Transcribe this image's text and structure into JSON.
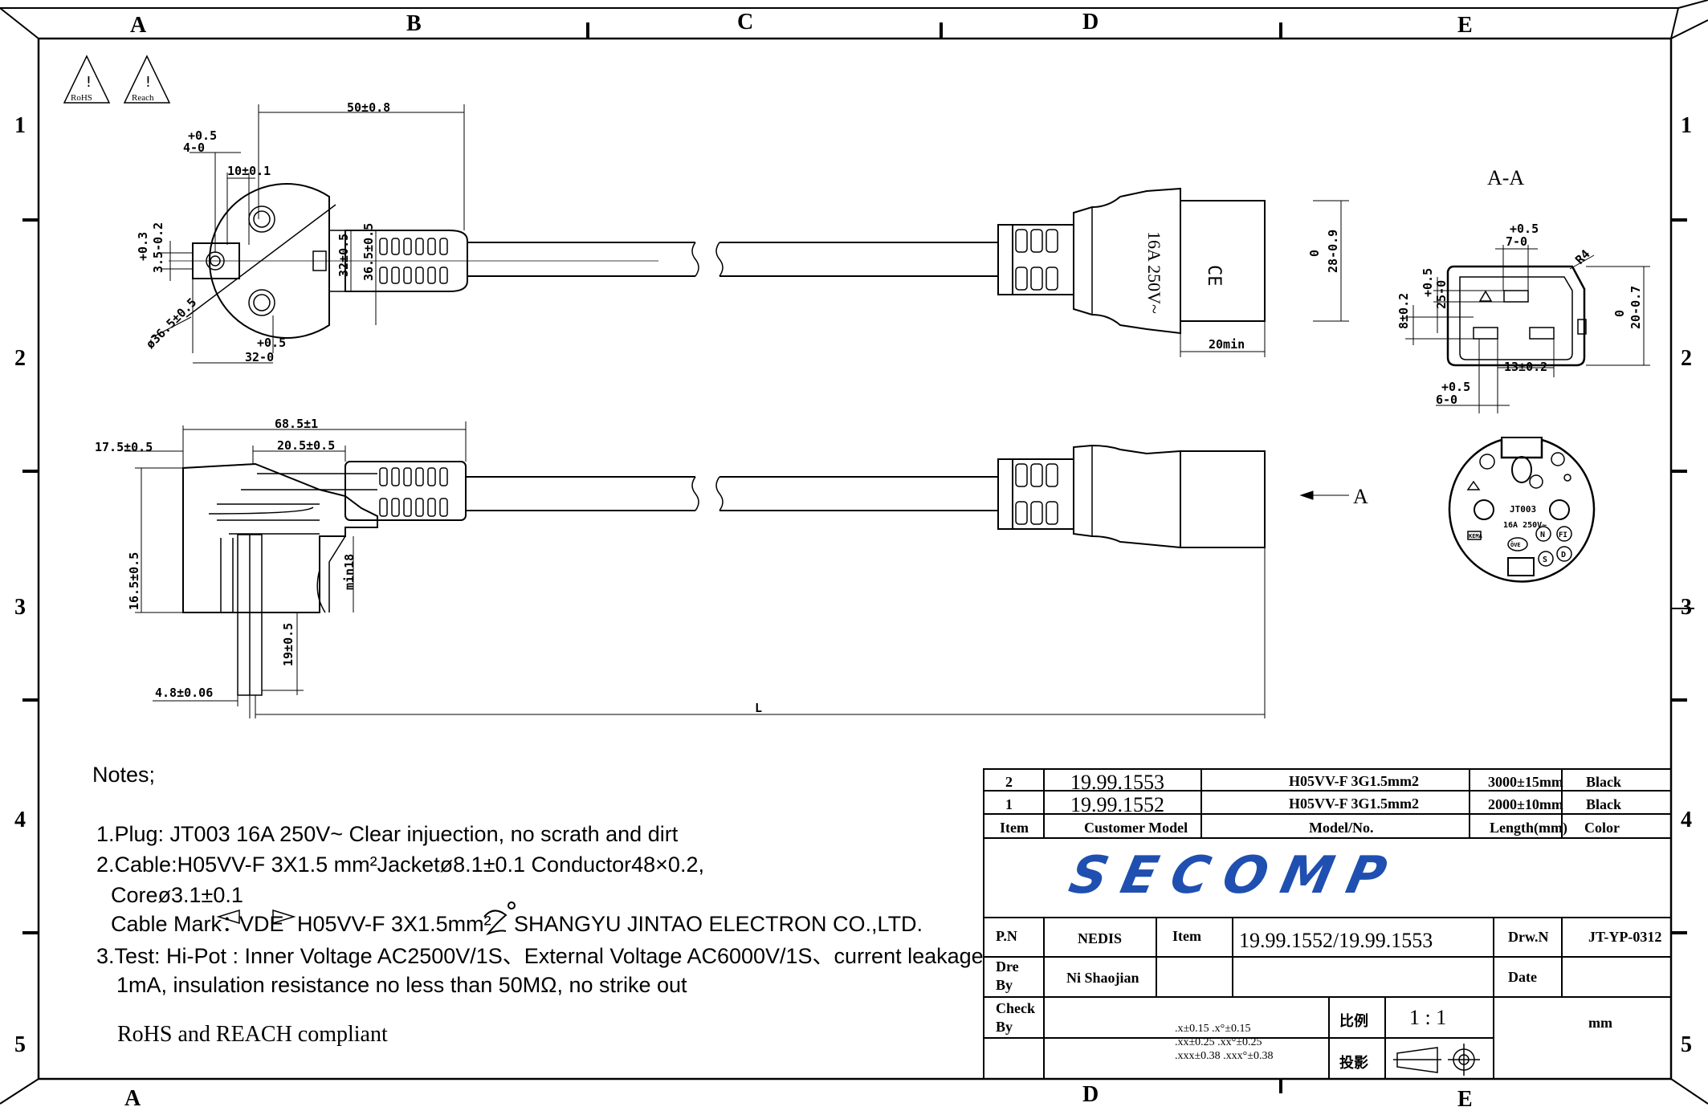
{
  "border": {
    "columns_top": [
      "A",
      "B",
      "C",
      "D",
      "E"
    ],
    "columns_bottom": [
      "A",
      "D",
      "E"
    ],
    "rows": [
      "1",
      "2",
      "3",
      "4",
      "5"
    ]
  },
  "compliance_icons": [
    "RoHS",
    "Reach"
  ],
  "plug_top": {
    "d_50": "50±0.8",
    "d_tol_a_top": "+0.5",
    "d_tol_a_bot": "4-0",
    "d_10": "10±0.1",
    "d_tol_b_top": "+0.3",
    "d_tol_b_bot": "3.5-0.2",
    "d_32": "32±0.5",
    "d_36": "36.5±0.5",
    "d_dia": "ø36.5±0.5",
    "d_tol_c_top": "+0.5",
    "d_tol_c_bot": "32-0"
  },
  "connector_top": {
    "rating": "16A 250V~",
    "ce_mark": "CE",
    "d_28_top": "0",
    "d_28_bot": "28-0.9",
    "d_20min": "20min"
  },
  "section_aa": {
    "title": "A-A",
    "d_tol_top": "+0.5",
    "d_tol_bot": "7-0",
    "d_r4": "R4",
    "d_8": "8±0.2",
    "d_25_top": "+0.5",
    "d_25_bot": "25-0",
    "d_20_top": "0",
    "d_20_bot": "20-0.7",
    "d_13": "13±0.2",
    "d_6_top": "+0.5",
    "d_6_bot": "6-0"
  },
  "plug_face": {
    "model": "JT003",
    "rating": "16A 250V~",
    "marks": [
      "N",
      "FI",
      "S",
      "D",
      "KEMA",
      "ÖVE"
    ]
  },
  "plug_side": {
    "d_17": "17.5±0.5",
    "d_68": "68.5±1",
    "d_20": "20.5±0.5",
    "d_16": "16.5±0.5",
    "d_min18": "min18",
    "d_19": "19±0.5",
    "d_48": "4.8±0.06",
    "d_L": "L",
    "section_label": "A"
  },
  "notes": {
    "title": "Notes;",
    "line1": "1.Plug: JT003 16A 250V~ Clear injuection, no scrath and dirt",
    "line2": "2.Cable:H05VV-F 3X1.5 mm²Jacketø8.1±0.1  Conductor48×0.2,",
    "line3": "Coreø3.1±0.1",
    "line4a": "Cable Mark：",
    "line4b": "VDE",
    "line4c": " H05VV-F  3X1.5mm²",
    "line4d": "SHANGYU JINTAO ELECTRON  CO.,LTD.",
    "line5": "3.Test: Hi-Pot : Inner Voltage AC2500V/1S、External Voltage AC6000V/1S、current leakage",
    "line6": "1mA, insulation resistance no less than 50MΩ, no strike out",
    "compliance": "RoHS and REACH compliant"
  },
  "bom": {
    "rows": [
      {
        "item": "2",
        "customer_model": "19.99.1553",
        "model": "H05VV-F 3G1.5mm2",
        "length": "3000±15mm",
        "color": "Black"
      },
      {
        "item": "1",
        "customer_model": "19.99.1552",
        "model": "H05VV-F 3G1.5mm2",
        "length": "2000±10mm",
        "color": "Black"
      }
    ],
    "headers": {
      "item": "Item",
      "customer_model": "Customer Model",
      "model": "Model/No.",
      "length": "Length(mm)",
      "color": "Color"
    }
  },
  "title_block": {
    "company": "SECOMP",
    "pn_label": "P.N",
    "pn_value": "NEDIS",
    "item_label": "Item",
    "item_value": "19.99.1552/19.99.1553",
    "drw_label": "Drw.N",
    "drw_value": "JT-YP-0312",
    "dre_label_1": "Dre",
    "dre_label_2": "By",
    "dre_value": "Ni Shaojian",
    "date_label": "Date",
    "check_label_1": "Check",
    "check_label_2": "By",
    "tol_1": ".x±0.15 .x°±0.15",
    "tol_2": ".xx±0.25 .xx°±0.25",
    "tol_3": ".xxx±0.38 .xxx°±0.38",
    "scale_label": "比例",
    "scale_value": "1 : 1",
    "unit": "mm",
    "projection_label": "投影"
  }
}
